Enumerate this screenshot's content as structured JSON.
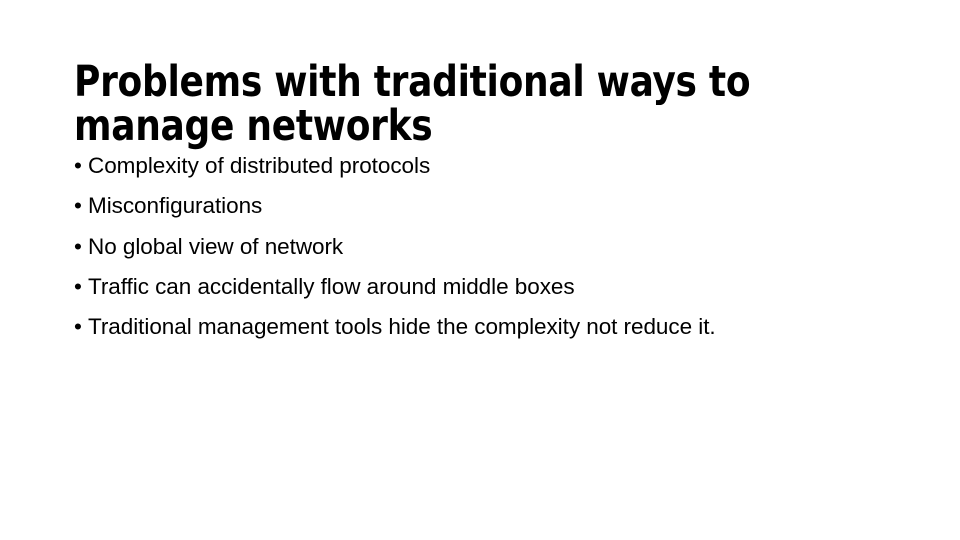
{
  "slide": {
    "background_color": "#ffffff",
    "text_color": "#000000",
    "title": "Problems with traditional ways to manage networks",
    "bullet_glyph": "•",
    "bullets": [
      {
        "text": "Complexity of distributed protocols"
      },
      {
        "text": "Misconfigurations"
      },
      {
        "text": "No global view of network"
      },
      {
        "text": "Traffic can accidentally flow around middle boxes"
      },
      {
        "text": "Traditional management tools hide the complexity not reduce it."
      }
    ]
  }
}
